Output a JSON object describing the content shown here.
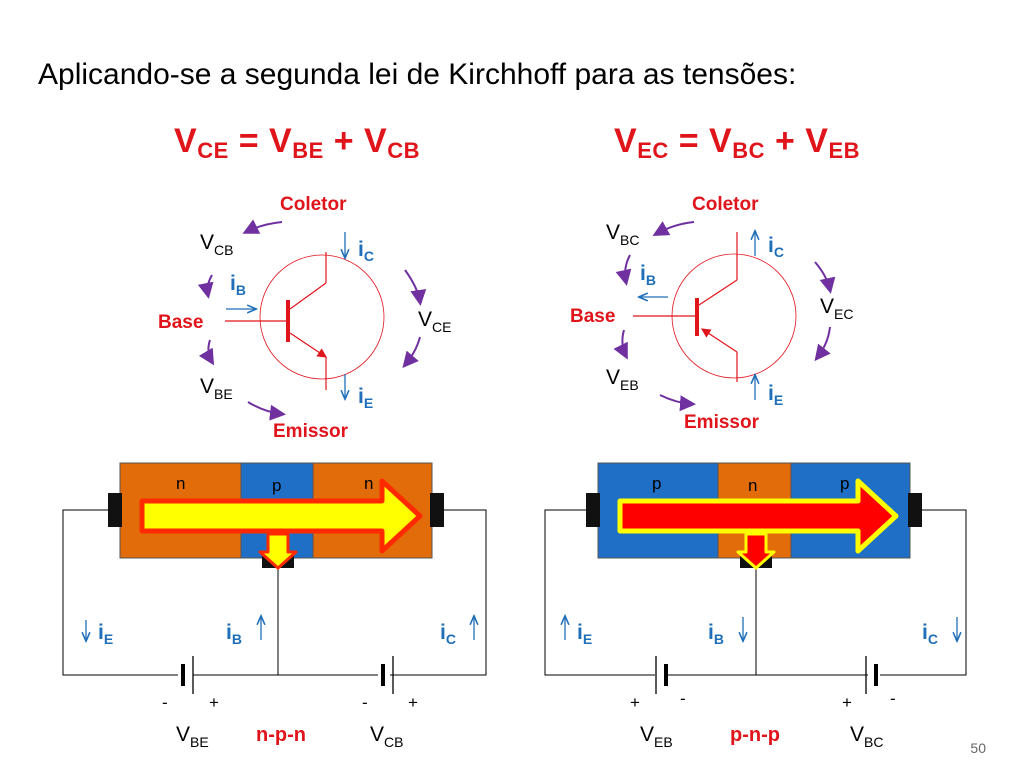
{
  "slide": {
    "title": "Aplicando-se a segunda lei de Kirchhoff para as tensões:",
    "page_number": "50"
  },
  "equations": {
    "left": {
      "lhs_main": "V",
      "lhs_sub": "CE",
      "eq": "=",
      "t1_main": "V",
      "t1_sub": "BE",
      "plus": "+",
      "t2_main": "V",
      "t2_sub": "CB"
    },
    "right": {
      "lhs_main": "V",
      "lhs_sub": "EC",
      "eq": "=",
      "t1_main": "V",
      "t1_sub": "BC",
      "plus": "+",
      "t2_main": "V",
      "t2_sub": "EB"
    }
  },
  "npn": {
    "terminals": {
      "collector": "Coletor",
      "base": "Base",
      "emitter": "Emissor"
    },
    "voltages": {
      "vcb_main": "V",
      "vcb_sub": "CB",
      "vce_main": "V",
      "vce_sub": "CE",
      "vbe_main": "V",
      "vbe_sub": "BE"
    },
    "currents": {
      "ic_main": "i",
      "ic_sub": "C",
      "ib_main": "i",
      "ib_sub": "B",
      "ie_main": "i",
      "ie_sub": "E"
    },
    "layers": [
      "n",
      "p",
      "n"
    ],
    "circuit": {
      "ie_main": "i",
      "ie_sub": "E",
      "ib_main": "i",
      "ib_sub": "B",
      "ic_main": "i",
      "ic_sub": "C",
      "battery1_minus": "-",
      "battery1_plus": "+",
      "battery2_minus": "-",
      "battery2_plus": "+",
      "vbe_main": "V",
      "vbe_sub": "BE",
      "vcb_main": "V",
      "vcb_sub": "CB",
      "type_label": "n-p-n"
    }
  },
  "pnp": {
    "terminals": {
      "collector": "Coletor",
      "base": "Base",
      "emitter": "Emissor"
    },
    "voltages": {
      "vbc_main": "V",
      "vbc_sub": "BC",
      "vec_main": "V",
      "vec_sub": "EC",
      "veb_main": "V",
      "veb_sub": "EB"
    },
    "currents": {
      "ic_main": "i",
      "ic_sub": "C",
      "ib_main": "i",
      "ib_sub": "B",
      "ie_main": "i",
      "ie_sub": "E"
    },
    "layers": [
      "p",
      "n",
      "p"
    ],
    "circuit": {
      "ie_main": "i",
      "ie_sub": "E",
      "ib_main": "i",
      "ib_sub": "B",
      "ic_main": "i",
      "ic_sub": "C",
      "battery1_plus": "+",
      "battery1_minus": "-",
      "battery2_plus": "+",
      "battery2_minus": "-",
      "veb_main": "V",
      "veb_sub": "EB",
      "vbc_main": "V",
      "vbc_sub": "BC",
      "type_label": "p-n-p"
    }
  },
  "colors": {
    "red": "#e0141b",
    "blue_text": "#1f6fb8",
    "purple_arrow": "#7030a0",
    "n_region": "#e36c0a",
    "p_region": "#1f6fc6",
    "arrow_yellow": "#ffff00",
    "arrow_red": "#ff0000"
  }
}
